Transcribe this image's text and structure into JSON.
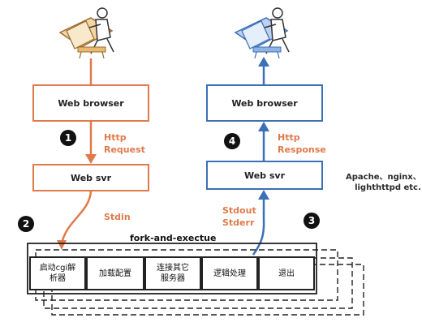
{
  "left": {
    "browser_label": "Web browser",
    "server_label": "Web svr",
    "http_label": "Http",
    "request_label": "Request",
    "stdin_label": "Stdin",
    "step1": "1",
    "step2": "2"
  },
  "right": {
    "browser_label": "Web browser",
    "server_label": "Web svr",
    "http_label": "Http",
    "response_label": "Response",
    "stdout_label": "Stdout",
    "stderr_label": "Stderr",
    "step4": "4",
    "step3": "3"
  },
  "servers_note": {
    "line1": "Apache、nginx、",
    "line2": "lighthttpd etc."
  },
  "process": {
    "title": "fork-and-exectue",
    "steps": [
      {
        "line1": "启动cgi解",
        "line2": "析器"
      },
      {
        "line1": "加载配置",
        "line2": ""
      },
      {
        "line1": "连接其它",
        "line2": "服务器"
      },
      {
        "line1": "逻辑处理",
        "line2": ""
      },
      {
        "line1": "退出",
        "line2": ""
      }
    ]
  },
  "colors": {
    "request_side": "#e07a4a",
    "response_side": "#3b6fb6",
    "ink": "#222222"
  }
}
